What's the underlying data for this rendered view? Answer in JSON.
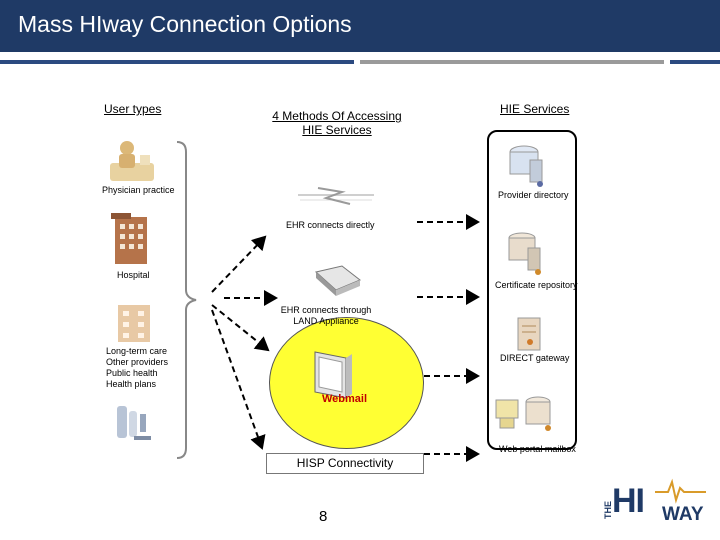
{
  "slide": {
    "title": "Mass HIway Connection Options",
    "page_number": "8"
  },
  "headers": {
    "user_types": "User types",
    "methods": "4 Methods Of Accessing HIE Services",
    "hie_services": "HIE Services"
  },
  "user_types": {
    "physician": "Physician practice",
    "hospital": "Hospital",
    "other_lines": [
      "Long-term care",
      "Other providers",
      "Public health",
      "Health plans"
    ]
  },
  "methods": {
    "direct": "EHR connects directly",
    "land_line1": "EHR connects through",
    "land_line2": "LAND Appliance",
    "webmail": "Webmail",
    "hisp": "HISP Connectivity"
  },
  "services": {
    "provider_directory": "Provider directory",
    "certificate_repository": "Certificate repository",
    "direct_gateway": "DIRECT gateway",
    "web_portal": "Web portal mailbox"
  },
  "logo": {
    "the": "THE",
    "hi": "HI",
    "way": "WAY"
  },
  "colors": {
    "title_bar": "#1f3a66",
    "webmail_fill": "#ffff33",
    "webmail_text": "#c00000"
  }
}
